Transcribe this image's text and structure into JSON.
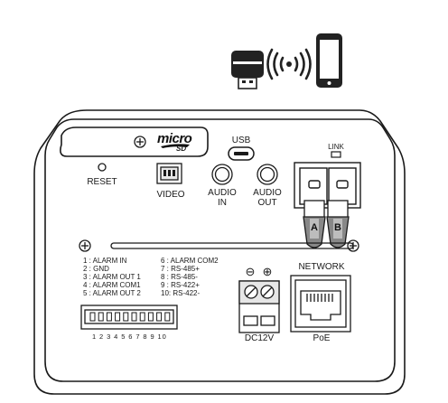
{
  "icons": [
    "usb-dongle-icon",
    "wireless-signal-icon",
    "smartphone-icon",
    "sd-card-icon",
    "screw-icon"
  ],
  "card_slot": {
    "logo_text": "micro",
    "logo_subtext": "SD"
  },
  "ports": {
    "usb": "USB",
    "link": "LINK",
    "reset": "RESET",
    "video": "VIDEO",
    "audio_in": [
      "AUDIO",
      "IN"
    ],
    "audio_out": [
      "AUDIO",
      "OUT"
    ],
    "network": "NETWORK",
    "poe": "PoE",
    "dc": "DC12V",
    "fiber_a": "A",
    "fiber_b": "B",
    "minus": "⊖",
    "plus": "⊕"
  },
  "alarm_pins_left": [
    "1 : ALARM IN",
    "2 : GND",
    "3 : ALARM OUT 1",
    "4 : ALARM COM1",
    "5 : ALARM OUT 2"
  ],
  "alarm_pins_right": [
    "6 : ALARM COM2",
    "7 : RS-485+",
    "8 : RS-485-",
    "9 : RS-422+",
    "10: RS-422-"
  ],
  "terminal_numbers": "1 2 3 4 5 6 7 8 9 10"
}
